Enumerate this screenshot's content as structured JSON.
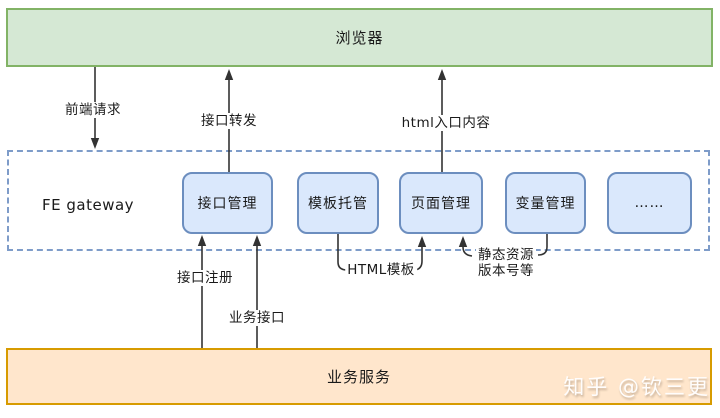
{
  "diagram": {
    "browser": {
      "label": "浏览器"
    },
    "gateway": {
      "label": "FE gateway",
      "modules": [
        {
          "label": "接口管理"
        },
        {
          "label": "模板托管"
        },
        {
          "label": "页面管理"
        },
        {
          "label": "变量管理"
        },
        {
          "label": "……"
        }
      ]
    },
    "service": {
      "label": "业务服务"
    },
    "edges": {
      "front_request": {
        "label": "前端请求"
      },
      "api_forward": {
        "label": "接口转发"
      },
      "html_entry": {
        "label": "html入口内容"
      },
      "api_register": {
        "label": "接口注册"
      },
      "biz_api": {
        "label": "业务接口"
      },
      "html_template": {
        "label": "HTML模板"
      },
      "static_assets": {
        "label_line1": "静态资源",
        "label_line2": "版本号等"
      }
    },
    "watermark": {
      "label": "知乎 @钦三更"
    },
    "colors": {
      "green_fill": "#d5e8d4",
      "green_border": "#82b366",
      "blue_fill": "#dae8fc",
      "blue_border": "#6c8ebf",
      "orange_fill": "#ffe6cc",
      "orange_border": "#d79b00",
      "dashed_border": "#7e9cc9",
      "arrow": "#333333",
      "text": "#1a1a1a",
      "watermark": "#ffffff"
    }
  }
}
